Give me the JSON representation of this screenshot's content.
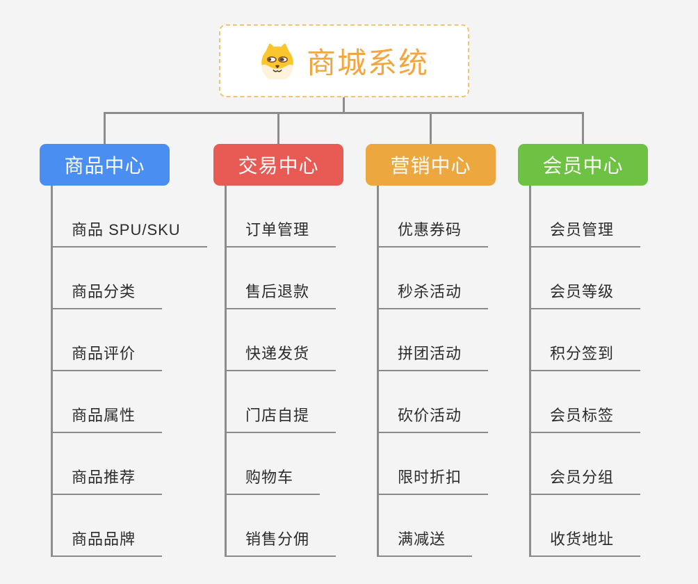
{
  "root": {
    "title": "商城系统",
    "icon": "doge-icon"
  },
  "branches": [
    {
      "label": "商品中心",
      "color": "#4b8ef2",
      "items": [
        "商品 SPU/SKU",
        "商品分类",
        "商品评价",
        "商品属性",
        "商品推荐",
        "商品品牌"
      ]
    },
    {
      "label": "交易中心",
      "color": "#e85a54",
      "items": [
        "订单管理",
        "售后退款",
        "快递发货",
        "门店自提",
        "购物车",
        "销售分佣"
      ]
    },
    {
      "label": "营销中心",
      "color": "#eca83e",
      "items": [
        "优惠券码",
        "秒杀活动",
        "拼团活动",
        "砍价活动",
        "限时折扣",
        "满减送"
      ]
    },
    {
      "label": "会员中心",
      "color": "#6dc143",
      "items": [
        "会员管理",
        "会员等级",
        "积分签到",
        "会员标签",
        "会员分组",
        "收货地址"
      ]
    }
  ],
  "colors": {
    "background": "#f4f4f4",
    "connector": "#8c8c8c",
    "root_border": "#f2c373",
    "root_title": "#f2a63d",
    "subtopic_text": "#2b2b2b"
  }
}
